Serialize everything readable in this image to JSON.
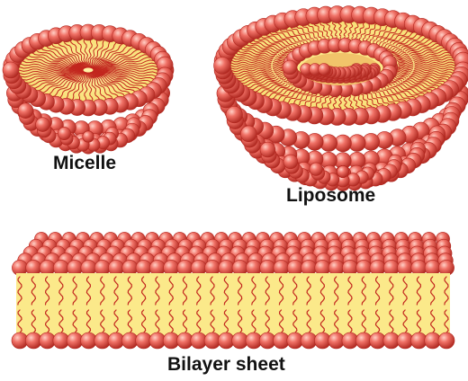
{
  "labels": {
    "micelle": "Micelle",
    "liposome": "Liposome",
    "bilayer": "Bilayer sheet"
  },
  "colors": {
    "headgroup": "#e85c52",
    "headgroup_highlight": "#ffc8bd",
    "headgroup_shadow": "#a8201c",
    "tail": "#c2261e",
    "interior": "#fbe98a",
    "background": "#ffffff"
  },
  "structures": {
    "micelle": "micelle-icon",
    "liposome": "liposome-icon",
    "bilayer": "bilayer-sheet-icon"
  }
}
